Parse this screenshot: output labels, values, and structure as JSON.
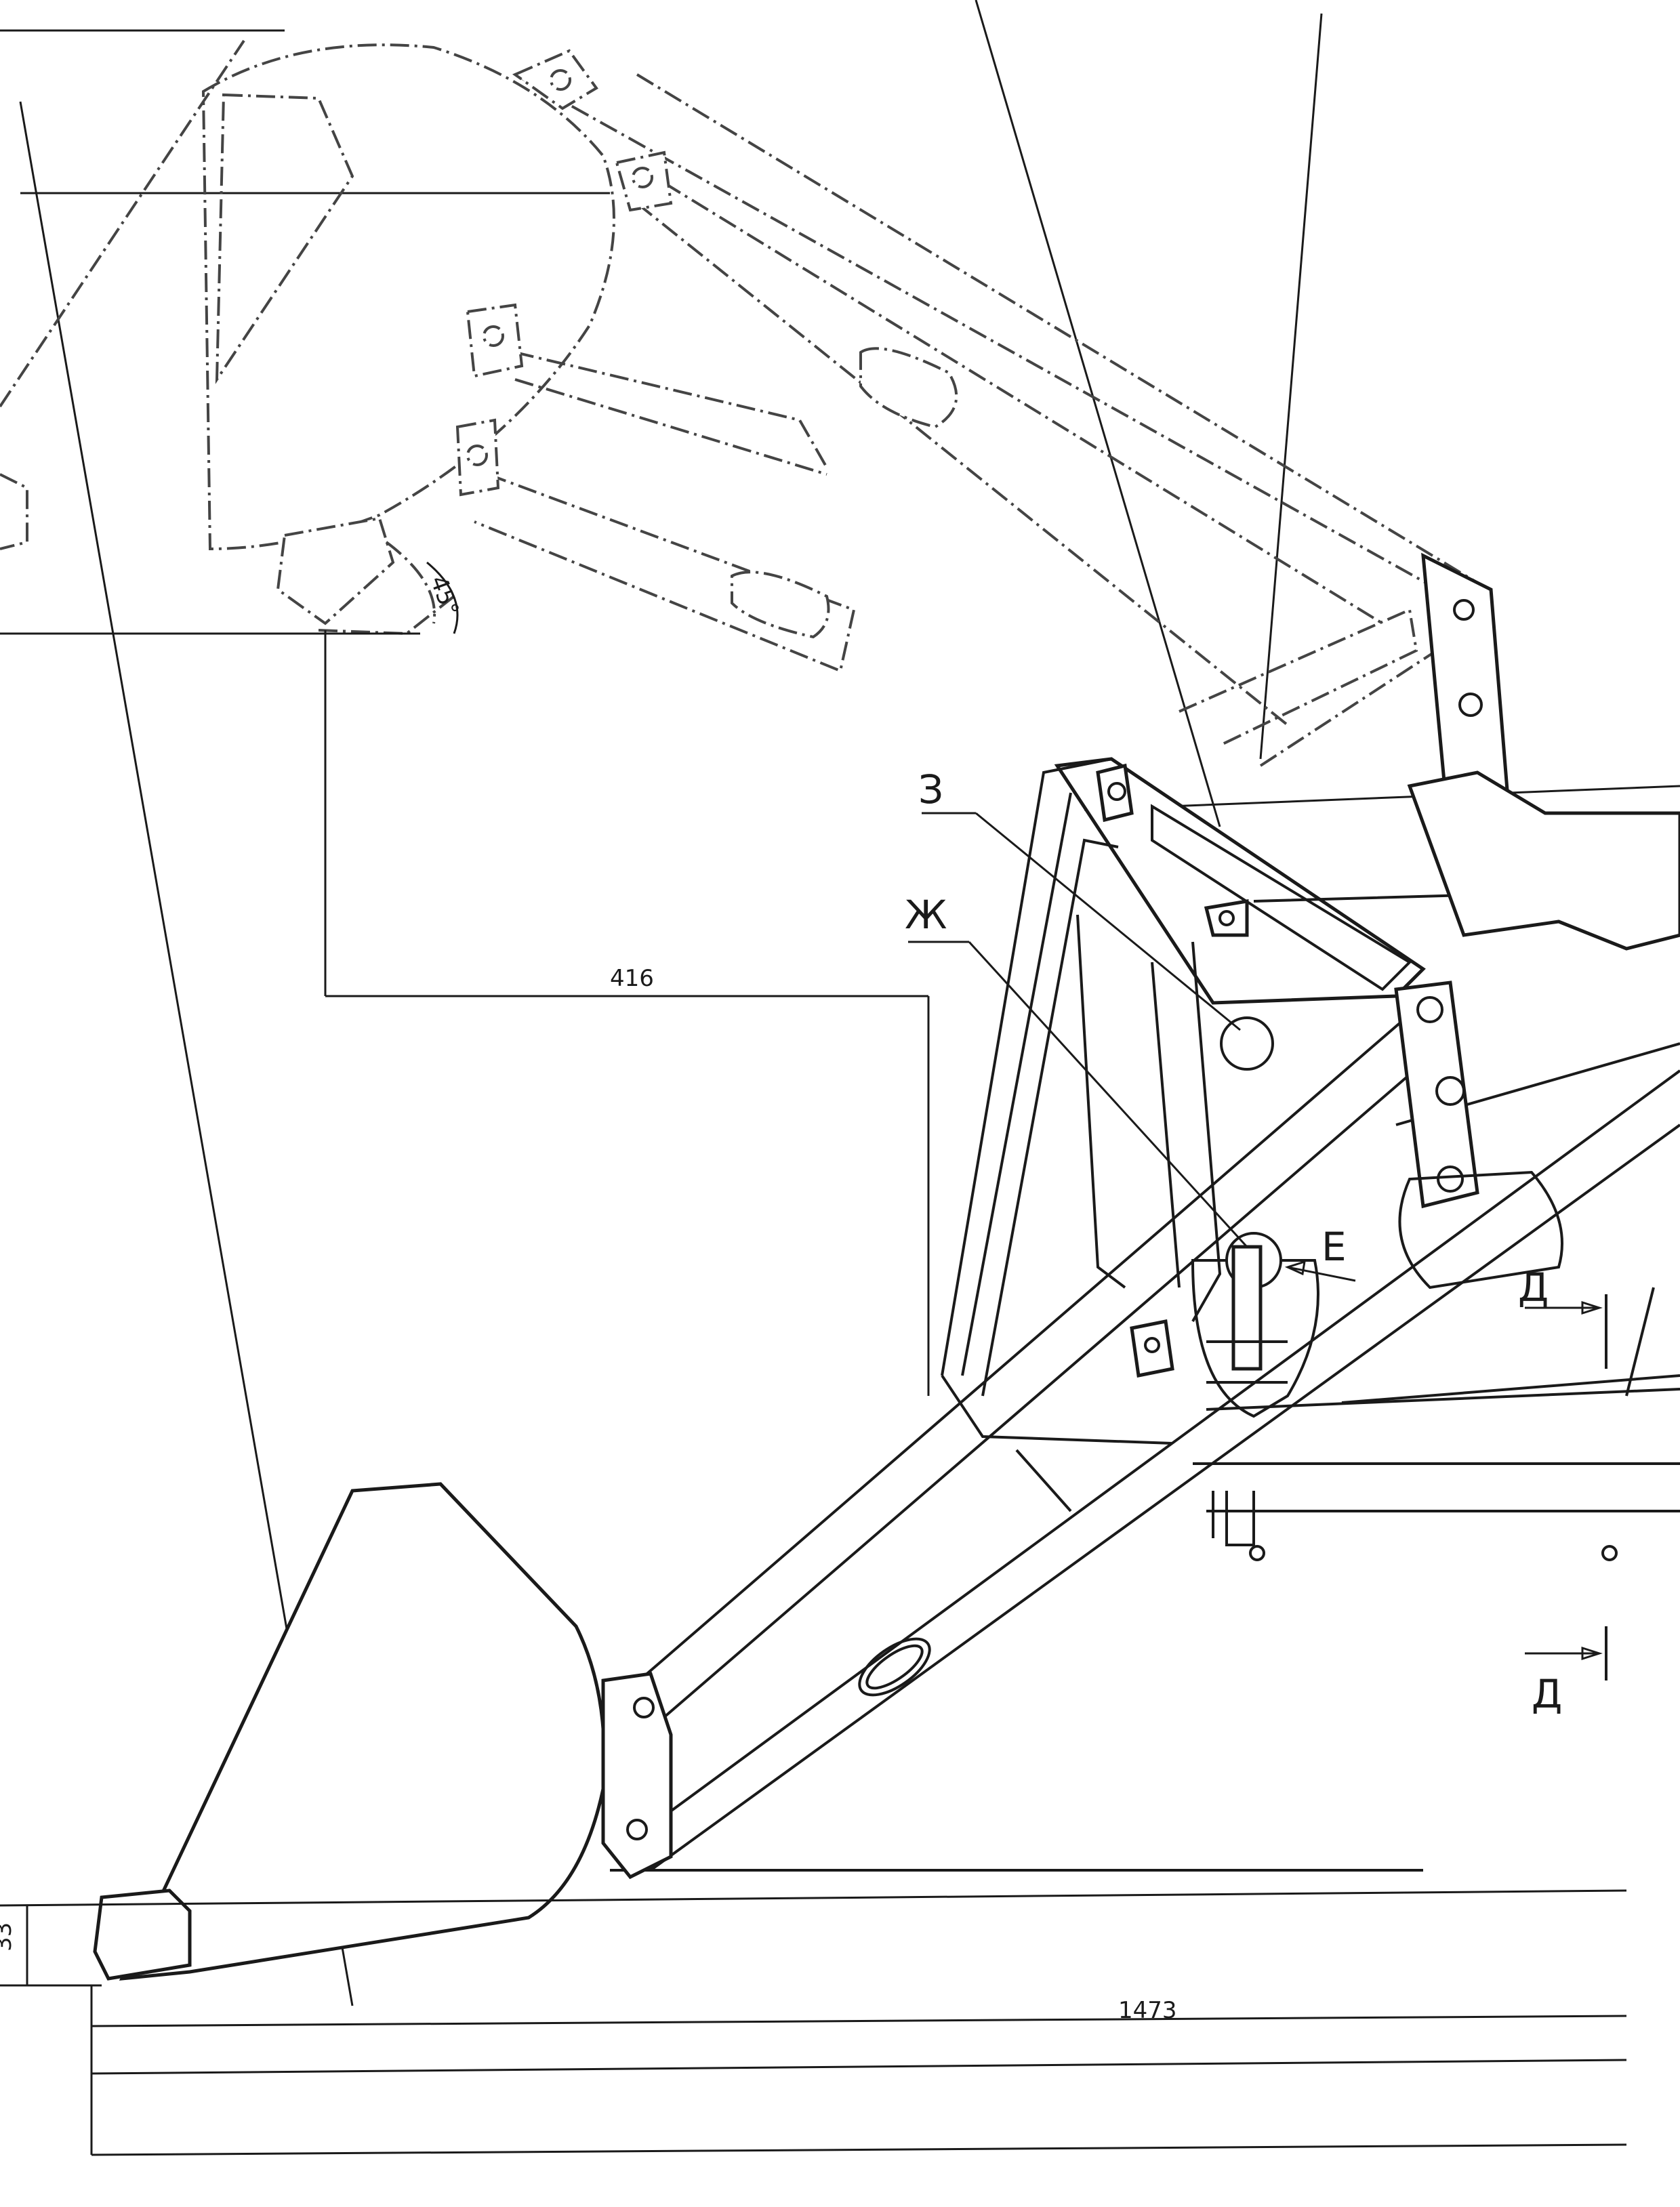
{
  "dimensions": {
    "horizontal_upper": "416",
    "horizontal_lower": "1473",
    "bucket_height": "33",
    "angle": "45°"
  },
  "labels": {
    "z": "З",
    "zh": "Ж",
    "e": "Е",
    "d_top": "Д",
    "d_bottom": "Д"
  },
  "colors": {
    "line": "#1a1a1a",
    "phantom": "#444444",
    "paper": "#ffffff"
  }
}
